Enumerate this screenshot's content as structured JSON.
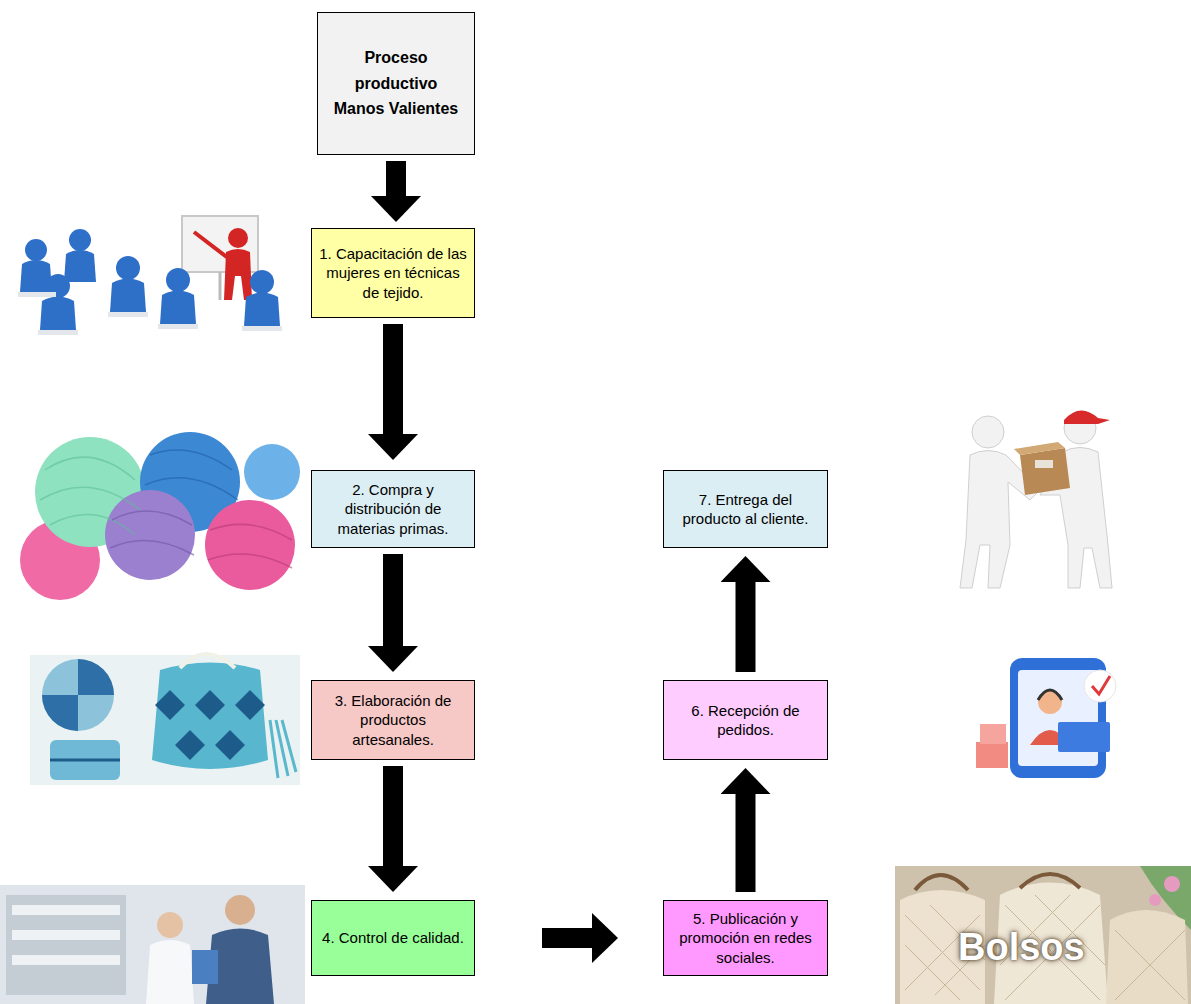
{
  "diagram": {
    "nodes": [
      {
        "text": [
          "Proceso productivo Manos Valientes"
        ]
      },
      {
        "text": [
          "1. Capacitación de las mujeres en técnicas de tejido."
        ]
      },
      {
        "text": [
          "2. Compra y distribución de materias primas."
        ]
      },
      {
        "text": [
          "3. Elaboración de productos artesanales."
        ]
      },
      {
        "text": [
          "4. Control de calidad."
        ]
      },
      {
        "text": [
          "5. Publicación y promoción en redes sociales."
        ]
      },
      {
        "text": [
          "6. Recepción de pedidos."
        ]
      },
      {
        "text": [
          "7. Entrega del producto al cliente."
        ]
      }
    ],
    "edges": [
      {
        "from": 0,
        "to": 1,
        "arrow": "to"
      },
      {
        "from": 1,
        "to": 2,
        "arrow": "to"
      },
      {
        "from": 2,
        "to": 3,
        "arrow": "to"
      },
      {
        "from": 3,
        "to": 4,
        "arrow": "to"
      },
      {
        "from": 4,
        "to": 5,
        "arrow": "to"
      },
      {
        "from": 5,
        "to": 6,
        "arrow": "to"
      },
      {
        "from": 6,
        "to": 7,
        "arrow": "to"
      }
    ],
    "labels": [
      "Bolsos"
    ]
  }
}
